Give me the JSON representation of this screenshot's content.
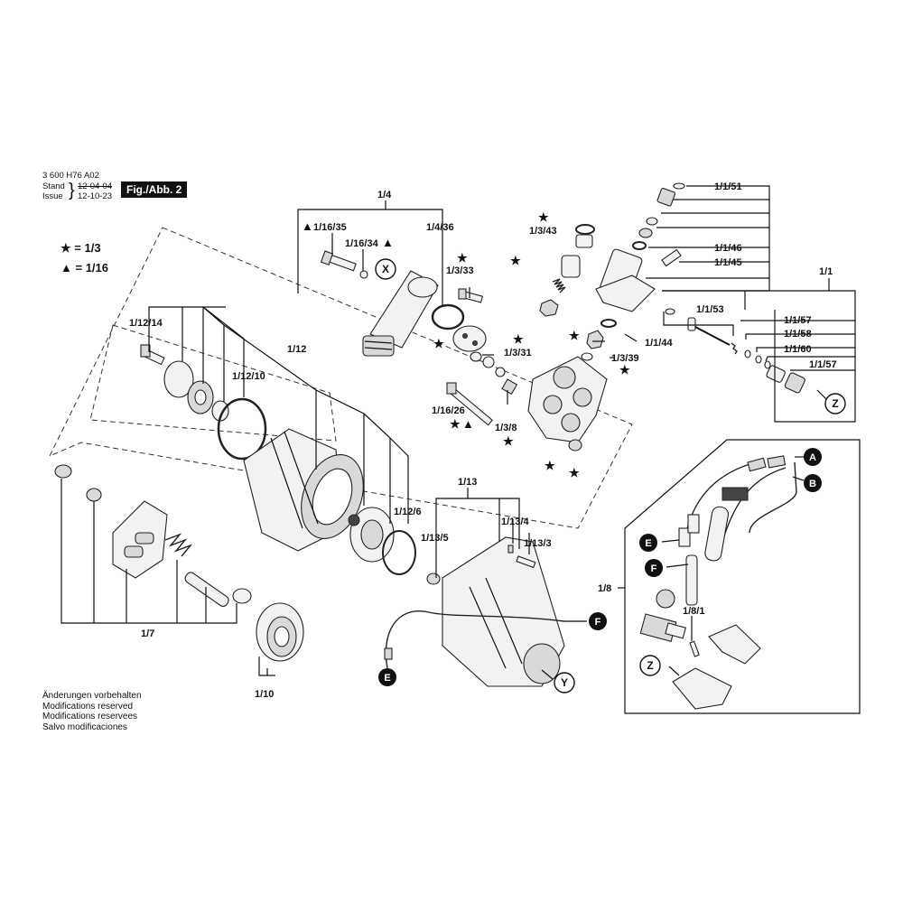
{
  "header": {
    "doc_number": "3 600 H76 A02",
    "stand_label": "Stand",
    "stand_date": "12-04-04",
    "issue_label": "Issue",
    "issue_date": "12-10-23",
    "figure_badge": "Fig./Abb. 2"
  },
  "legend": {
    "star_text": "= 1/3",
    "triangle_text": "= 1/16"
  },
  "notes": [
    "Änderungen vorbehalten",
    "Modifications reserved",
    "Modifications reservees",
    "Salvo modificaciones"
  ],
  "callouts": {
    "X": "X",
    "Y": "Y",
    "Z1": "Z",
    "Z2": "Z",
    "A": "A",
    "B": "B",
    "E1": "E",
    "E2": "E",
    "F1": "F",
    "F2": "F"
  },
  "labels": {
    "l_1_4": "1/4",
    "l_1_16_35": "1/16/35",
    "l_1_16_34": "1/16/34",
    "l_1_4_36": "1/4/36",
    "l_1_3_33": "1/3/33",
    "l_1_3_31": "1/3/31",
    "l_1_3_43": "1/3/43",
    "l_1_1_51": "1/1/51",
    "l_1_1_46": "1/1/46",
    "l_1_1_45": "1/1/45",
    "l_1_1": "1/1",
    "l_1_1_53": "1/1/53",
    "l_1_1_57a": "1/1/57",
    "l_1_1_58": "1/1/58",
    "l_1_1_60": "1/1/60",
    "l_1_1_57b": "1/1/57",
    "l_1_1_44": "1/1/44",
    "l_1_3_39": "1/3/39",
    "l_1_12_14": "1/12/14",
    "l_1_12": "1/12",
    "l_1_12_10": "1/12/10",
    "l_1_16_26": "1/16/26",
    "l_1_3_8": "1/3/8",
    "l_1_12_6": "1/12/6",
    "l_1_13": "1/13",
    "l_1_13_4": "1/13/4",
    "l_1_13_5": "1/13/5",
    "l_1_13_3": "1/13/3",
    "l_1_8": "1/8",
    "l_1_8_1": "1/8/1",
    "l_1_7": "1/7",
    "l_1_10": "1/10"
  },
  "colors": {
    "ink": "#111111",
    "paper": "#ffffff"
  }
}
